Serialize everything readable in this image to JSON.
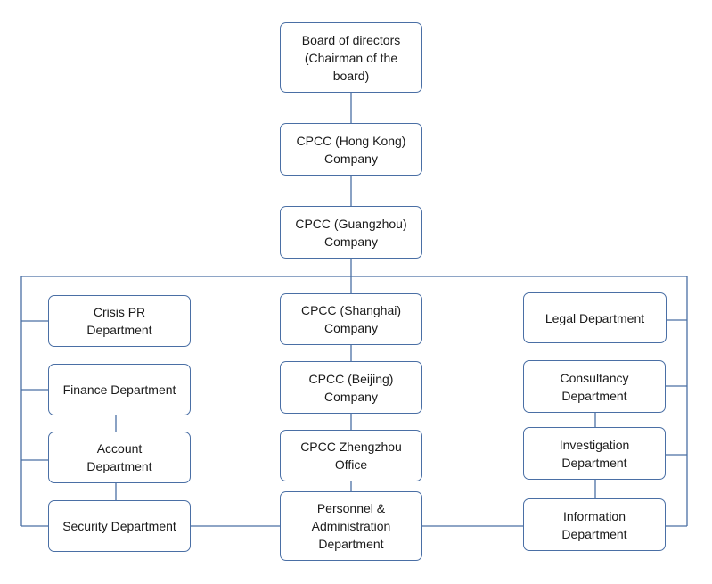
{
  "diagram": {
    "line_color": "#4a6fa5",
    "nodes": {
      "board": "Board of directors\n(Chairman of the\nboard)",
      "hongkong": "CPCC (Hong Kong)\nCompany",
      "guangzhou": "CPCC (Guangzhou)\nCompany",
      "crisis_pr": "Crisis PR\nDepartment",
      "finance": "Finance Department",
      "account": "Account\nDepartment",
      "security": "Security Department",
      "shanghai": "CPCC (Shanghai)\nCompany",
      "beijing": "CPCC (Beijing)\nCompany",
      "zhengzhou": "CPCC Zhengzhou\nOffice",
      "personnel": "Personnel &\nAdministration\nDepartment",
      "legal": "Legal Department",
      "consultancy": "Consultancy\nDepartment",
      "investigation": "Investigation\nDepartment",
      "information": "Information\nDepartment"
    }
  }
}
